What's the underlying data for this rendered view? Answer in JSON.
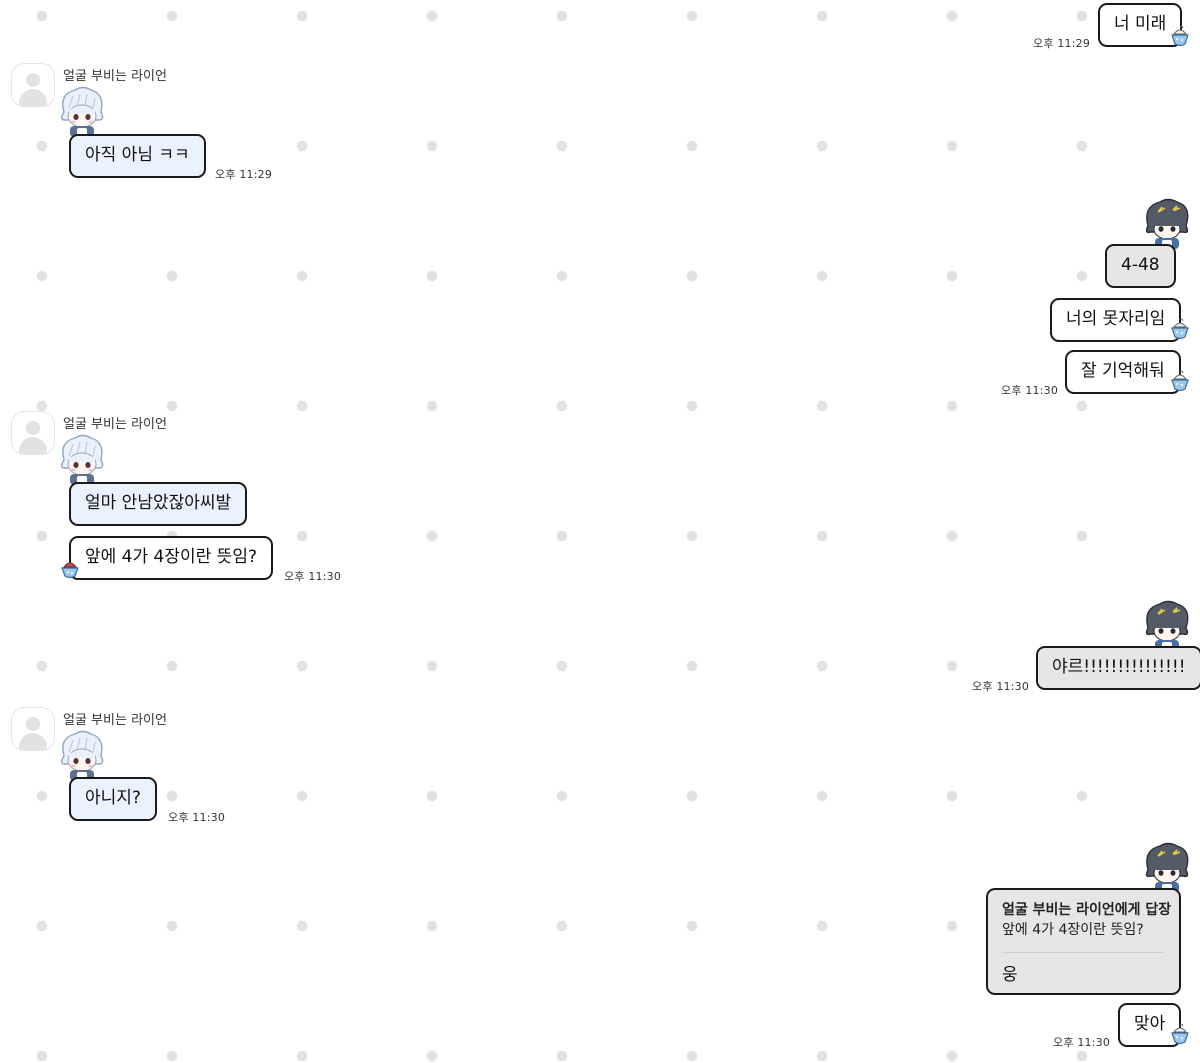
{
  "chat": {
    "sender_name": "얼굴 부비는 라이언",
    "messages": {
      "m1": {
        "text": "너 미래",
        "time": "오후 11:29"
      },
      "m2": {
        "text": "아직 아님 ㅋㅋ",
        "time": "오후 11:29"
      },
      "m3": {
        "text": "4-48"
      },
      "m4": {
        "text": "너의 못자리임"
      },
      "m5": {
        "text": "잘 기억해둬",
        "time": "오후 11:30"
      },
      "m6": {
        "text": "얼마 안남았잖아씨발"
      },
      "m7": {
        "text": "앞에 4가 4장이란 뜻임?",
        "time": "오후 11:30"
      },
      "m8": {
        "text": "야르!!!!!!!!!!!!!!!",
        "time": "오후 11:30"
      },
      "m9": {
        "text": "아니지?",
        "time": "오후 11:30"
      },
      "m10": {
        "reply_header": "얼굴 부비는 라이언에게 답장",
        "quoted": "앞에 4가 4장이란 뜻임?",
        "text": "웅"
      },
      "m11": {
        "text": "맞아",
        "time": "오후 11:30"
      }
    }
  },
  "icons": {
    "profile": "default-profile-icon",
    "sticker_left": "white-hair-character-sticker",
    "sticker_right": "dark-hair-character-sticker",
    "bubble_deco": "ice-cream-cone-icon",
    "bubble_deco_red": "red-bingsu-bowl-icon"
  },
  "colors": {
    "bubble_blue": "#eaf2fd",
    "bubble_gray": "#e6e6e6",
    "bubble_white": "#ffffff",
    "dot": "#e2e2e2"
  }
}
